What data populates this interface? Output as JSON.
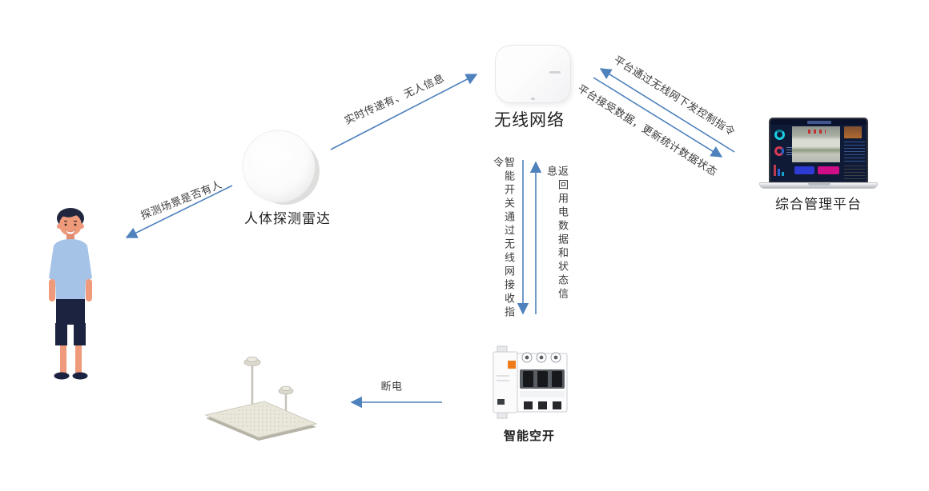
{
  "diagram": {
    "nodes": {
      "radar": {
        "label": "人体探测雷达"
      },
      "wireless_network": {
        "label": "无线网络"
      },
      "management_platform": {
        "label": "综合管理平台"
      },
      "smart_breaker": {
        "label": "智能空开"
      }
    },
    "edges": {
      "radar_to_wireless": {
        "label": "实时传递有、无人信息"
      },
      "radar_to_person": {
        "label": "探测场景是否有人"
      },
      "platform_to_wireless": {
        "label": "平台通过无线网下发控制指令"
      },
      "wireless_to_platform": {
        "label": "平台接受数据，更新统计数据状态"
      },
      "wireless_to_breaker": {
        "label": "智能开关通过无线网接收指令"
      },
      "breaker_to_wireless": {
        "label": "返回用电数据和状态信息"
      },
      "breaker_to_light": {
        "label": "断电"
      }
    },
    "colors": {
      "arrow": "#4f81bd",
      "label_text": "#3b3b3b",
      "breaker_indicator_orange": "#ef7c1a",
      "shirt_blue": "#a5c3e6",
      "dashboard_bar_blue": "#2d3bd4",
      "dashboard_bar_magenta": "#ce0e89",
      "dashboard_donut_cyan": "#19cfe2"
    }
  }
}
